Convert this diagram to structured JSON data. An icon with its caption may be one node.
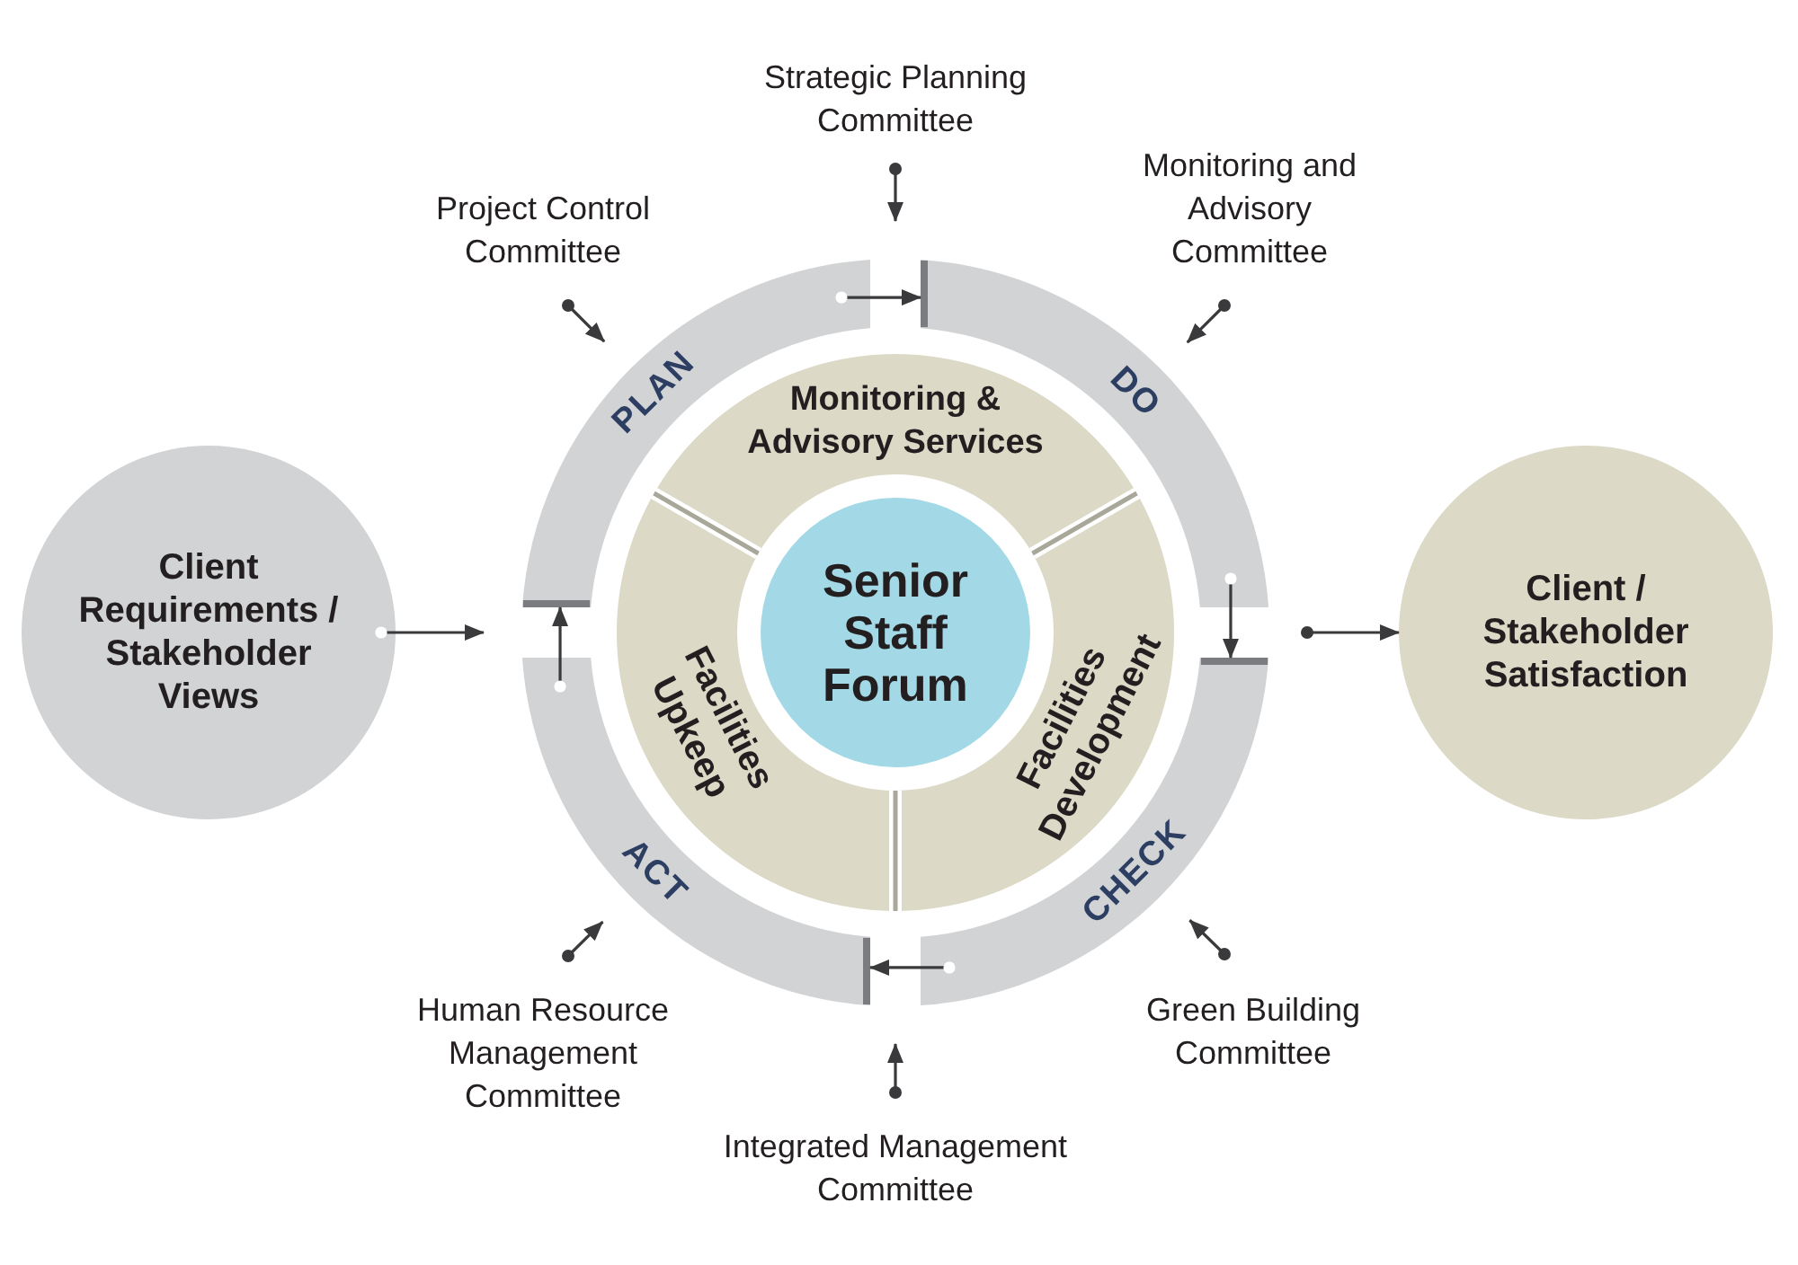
{
  "diagram": {
    "nodes": [
      {
        "text": [
          "Strategic Planning Committee"
        ]
      },
      {
        "text": [
          "Project Control Committee"
        ]
      },
      {
        "text": [
          "Monitoring and Advisory Committee"
        ]
      },
      {
        "text": [
          "PLAN"
        ]
      },
      {
        "text": [
          "DO"
        ]
      },
      {
        "text": [
          "Monitoring & Advisory Services"
        ]
      },
      {
        "text": [
          "Client Requirements / Stakeholder Views"
        ]
      },
      {
        "text": [
          "Senior Staff Forum"
        ]
      },
      {
        "text": [
          "Client / Stakeholder Satisfaction"
        ]
      },
      {
        "text": [
          "Facilities Upkeep"
        ]
      },
      {
        "text": [
          "Facilities Development"
        ]
      },
      {
        "text": [
          "ACT"
        ]
      },
      {
        "text": [
          "CHECK"
        ]
      },
      {
        "text": [
          "Human Resource Management Committee"
        ]
      },
      {
        "text": [
          "Green Building Committee"
        ]
      },
      {
        "text": [
          "Integrated Management Committee"
        ]
      }
    ],
    "edges": [
      {
        "from": 3,
        "to": 4,
        "arrow": "to"
      },
      {
        "from": 4,
        "to": 12,
        "arrow": "to"
      },
      {
        "from": 12,
        "to": 11,
        "arrow": "to"
      },
      {
        "from": 11,
        "to": 3,
        "arrow": "to"
      },
      {
        "from": 0,
        "to": 3,
        "arrow": "to"
      },
      {
        "from": 1,
        "to": 3,
        "arrow": "to"
      },
      {
        "from": 2,
        "to": 4,
        "arrow": "to"
      },
      {
        "from": 6,
        "to": 3,
        "arrow": "to"
      },
      {
        "from": 4,
        "to": 8,
        "arrow": "to"
      },
      {
        "from": 13,
        "to": 11,
        "arrow": "to"
      },
      {
        "from": 14,
        "to": 12,
        "arrow": "to"
      },
      {
        "from": 15,
        "to": 12,
        "arrow": "to"
      }
    ]
  }
}
